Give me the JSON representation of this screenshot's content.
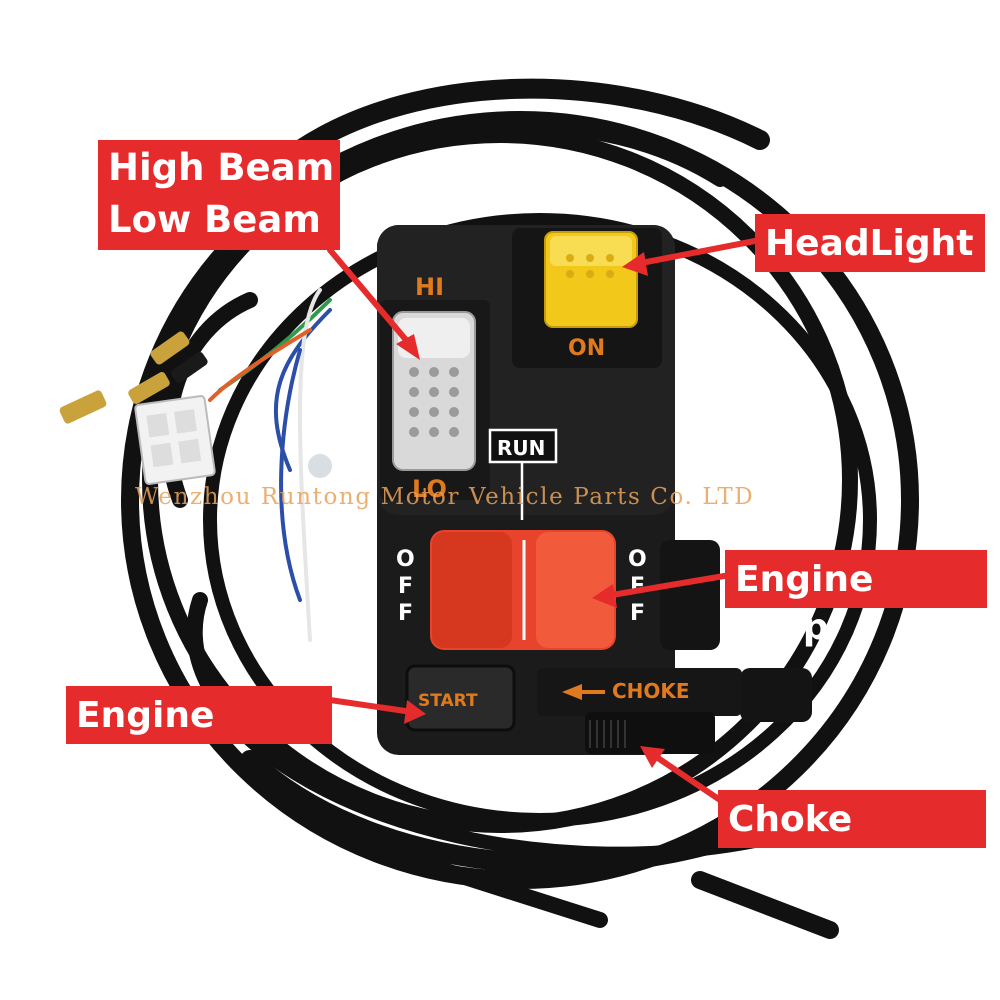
{
  "callouts": {
    "beam_line1": "High Beam",
    "beam_line2": "Low Beam",
    "headlight": "HeadLight",
    "engine_stop": "Engine Stop",
    "engine_start": "Engine Start",
    "choke_lever": "Choke Lever"
  },
  "switch": {
    "hi": "HI",
    "lo": "LO",
    "on": "ON",
    "run": "RUN",
    "off_left": [
      "O",
      "F",
      "F"
    ],
    "off_right": [
      "O",
      "F",
      "F"
    ],
    "start": "START",
    "choke": "CHOKE"
  },
  "watermark": "Wenzhou Runtong Motor Vehicle Parts Co. LTD",
  "colors": {
    "callout_bg": "#e52b2b",
    "callout_text": "#ffffff",
    "housing": "#1b1b1b",
    "kill_switch": "#e8432c",
    "headlight_button": "#f2c81a",
    "dimmer_button": "#dcdcdc",
    "accent_text": "#e07a1e"
  }
}
